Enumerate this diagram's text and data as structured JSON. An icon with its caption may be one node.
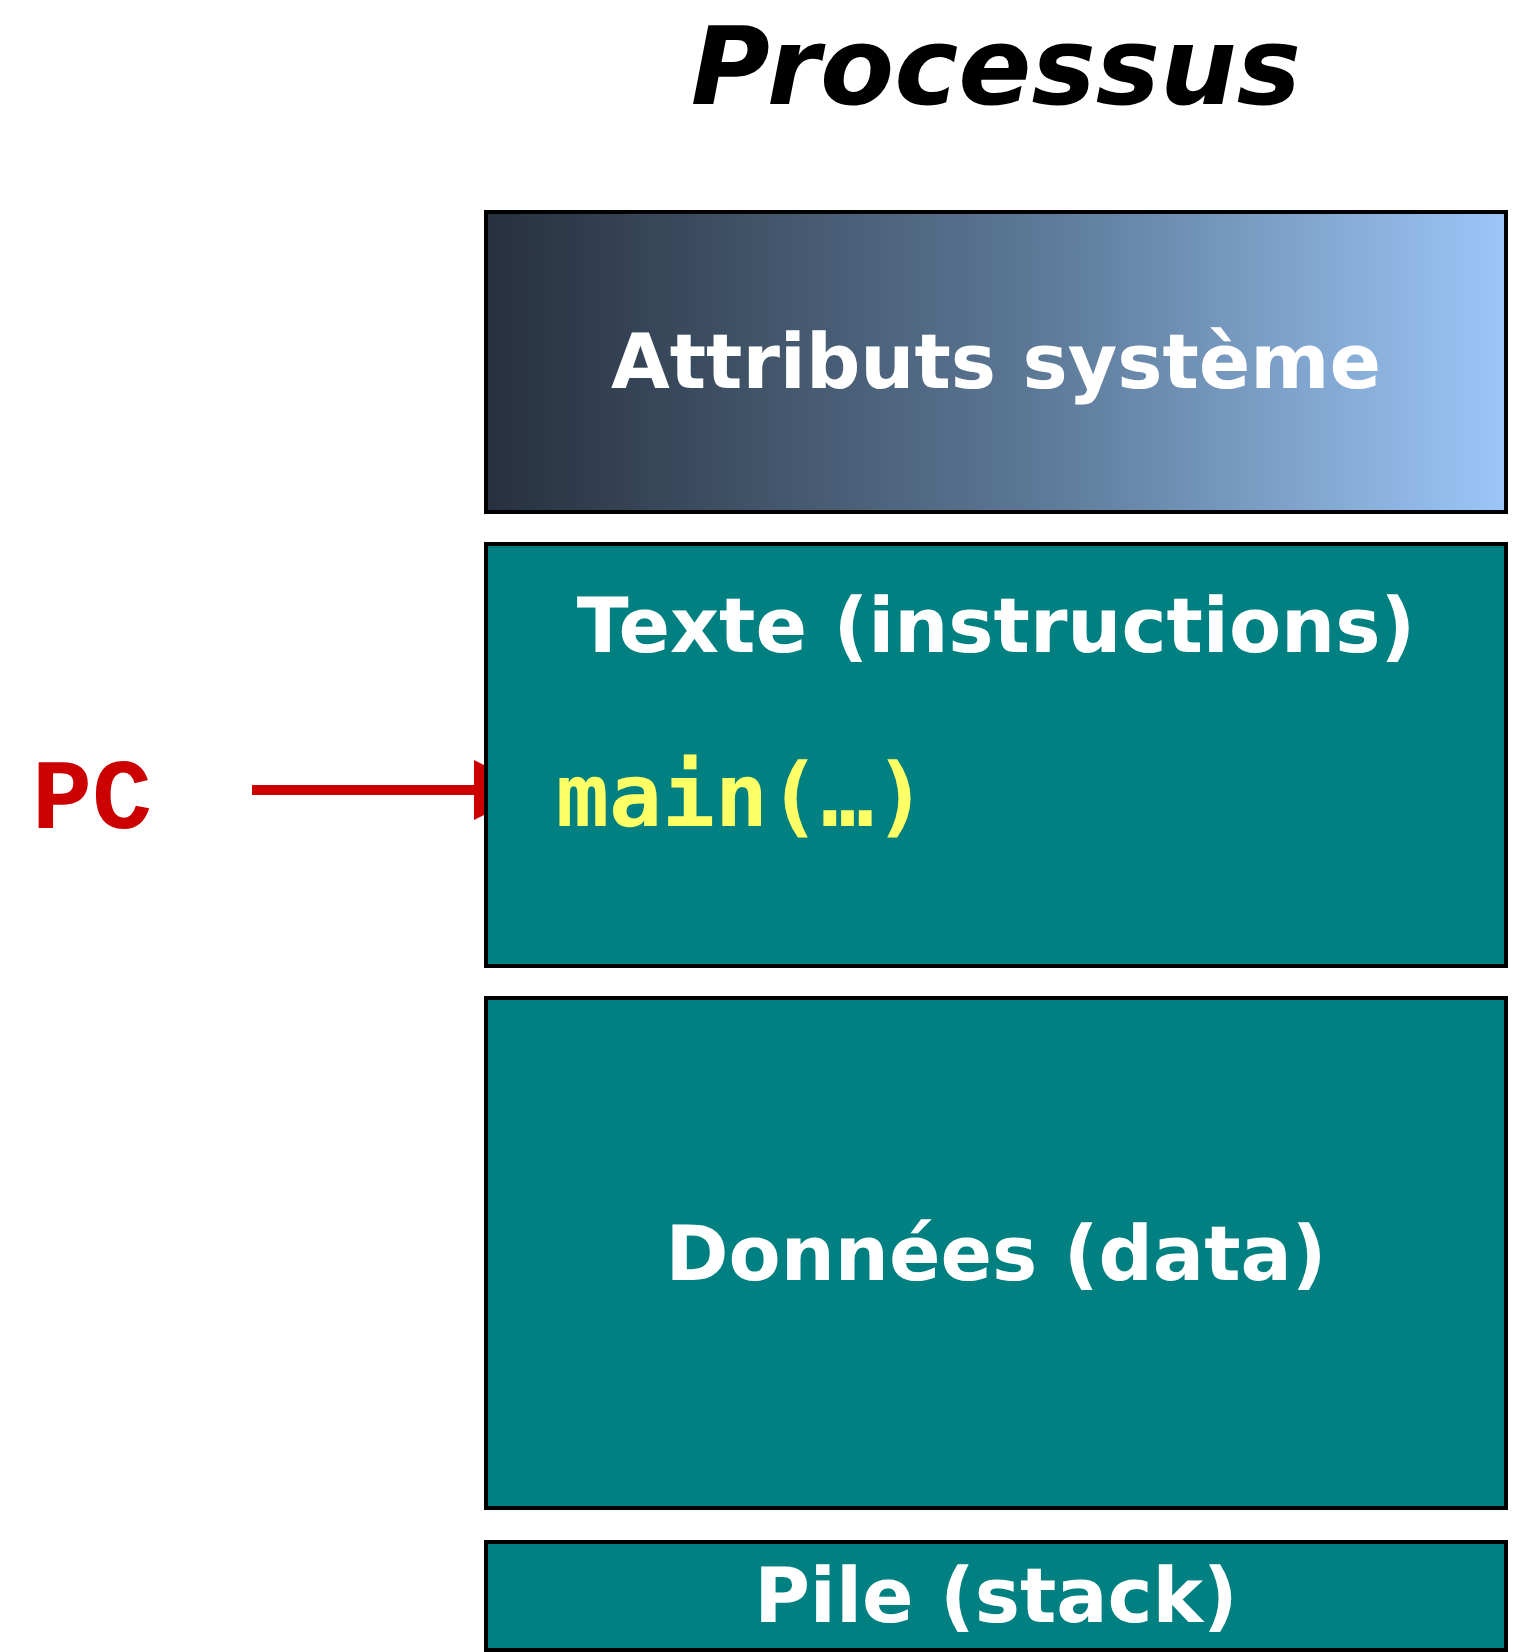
{
  "diagram": {
    "title": "Processus",
    "nodes": [
      {
        "text": [
          "Attributs système"
        ]
      },
      {
        "text": [
          "Texte (instructions)"
        ]
      },
      {
        "text": [
          "main(…)"
        ],
        "in": 1
      },
      {
        "text": [
          "PC"
        ]
      },
      {
        "text": [
          "Données (data)"
        ]
      },
      {
        "text": [
          "Pile (stack)"
        ]
      }
    ],
    "edges": [
      {
        "from": 3,
        "to": 2,
        "arrow": "to"
      }
    ]
  }
}
